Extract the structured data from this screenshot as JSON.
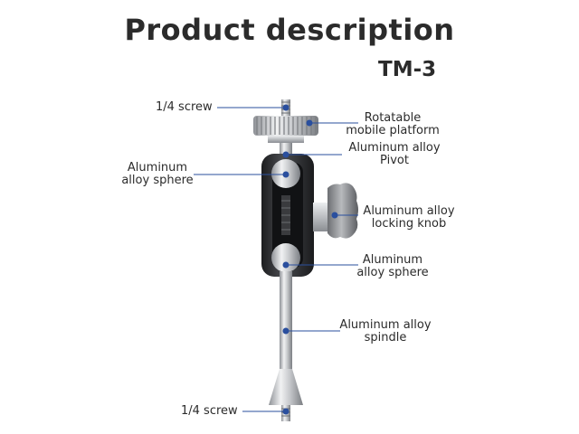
{
  "header": {
    "title": "Product description",
    "model": "TM-3"
  },
  "labels": {
    "screw_top": "1/4 screw",
    "platform": [
      "Rotatable",
      "mobile platform"
    ],
    "pivot": [
      "Aluminum alloy",
      "Pivot"
    ],
    "sphere_upper": [
      "Aluminum",
      "alloy sphere"
    ],
    "knob": [
      "Aluminum alloy",
      "locking knob"
    ],
    "sphere_lower": [
      "Aluminum",
      "alloy sphere"
    ],
    "spindle": [
      "Aluminum alloy",
      "spindle"
    ],
    "screw_bottom": "1/4 screw"
  },
  "colors": {
    "leader_line": "#2a4f9e",
    "marker_dot": "#2a4f9e",
    "text": "#2b2b2b"
  }
}
